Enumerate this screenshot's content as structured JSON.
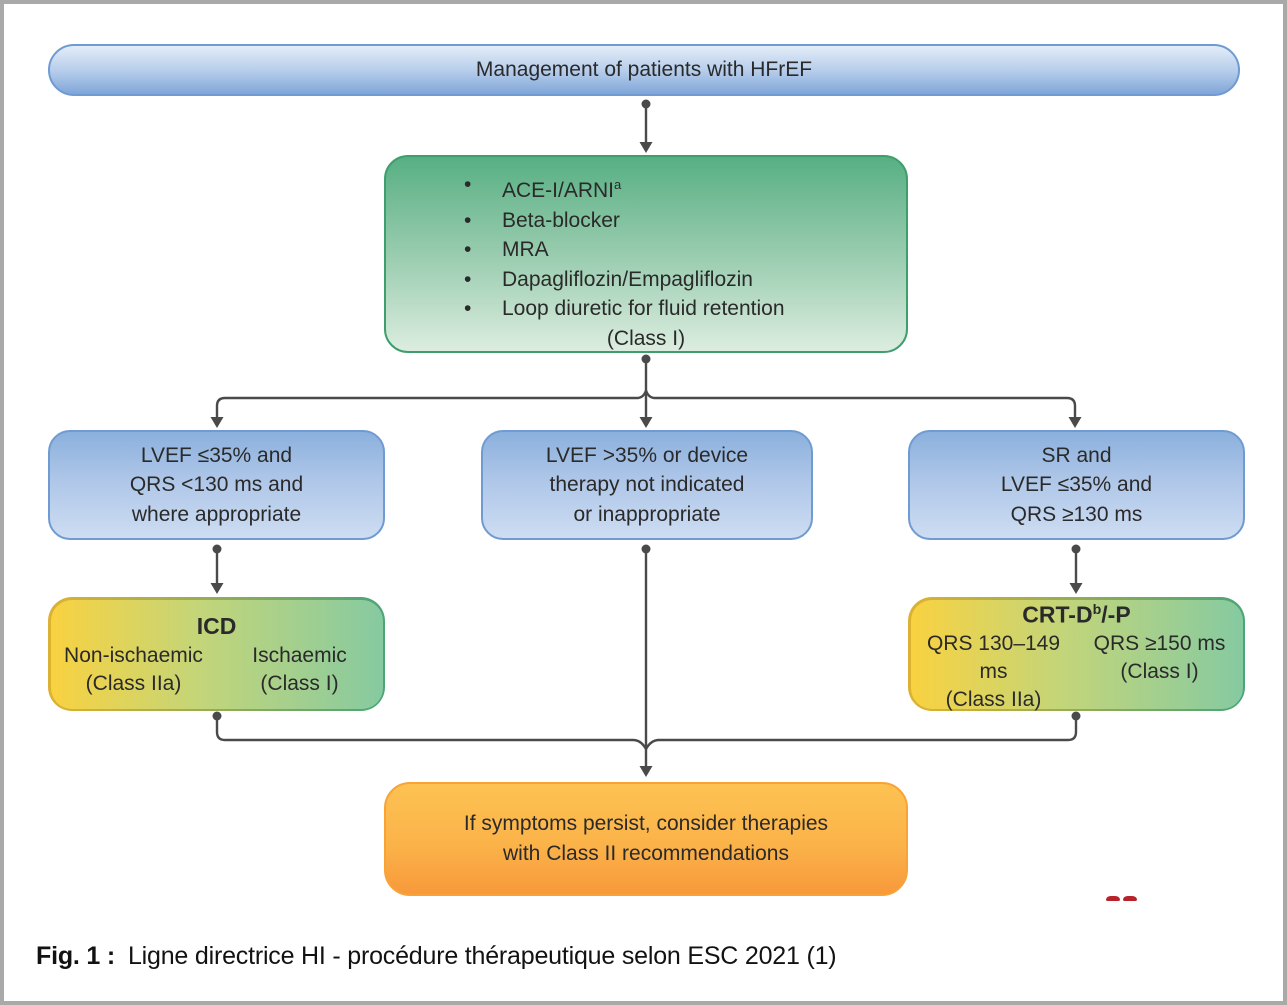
{
  "colors": {
    "frame_border": "#a9a9a9",
    "connector": "#4a4a4a",
    "pill_top": "#e3edf8",
    "pill_bottom": "#7fa6d8",
    "blue_border": "#6f9bd2",
    "blue_top": "#8bb0dd",
    "blue_bottom": "#cdddf2",
    "green_border": "#3f9e6d",
    "green_top": "#58af83",
    "green_bottom": "#dceddf",
    "device_yellow": "#f9d240",
    "device_green": "#86caa1",
    "orange_border": "#f9a337",
    "orange_top": "#fdc252",
    "orange_bottom": "#f8993b",
    "red_fragment": "#b8222a",
    "text": "#2a2a2a"
  },
  "flow": {
    "root": {
      "label": "Management of patients with HFrEF"
    },
    "therapy": {
      "bullet_glyph": "•",
      "bullets": [
        {
          "text": "ACE-I/ARNI",
          "sup": "a"
        },
        {
          "text": "Beta-blocker",
          "sup": ""
        },
        {
          "text": "MRA",
          "sup": ""
        },
        {
          "text": "Dapagliflozin/Empagliflozin",
          "sup": ""
        },
        {
          "text": "Loop diuretic for fluid retention",
          "sup": ""
        }
      ],
      "footer": "(Class I)"
    },
    "branch_left": {
      "lines": [
        "LVEF ≤35% and",
        "QRS <130 ms and",
        "where appropriate"
      ]
    },
    "branch_middle": {
      "lines": [
        "LVEF >35% or device",
        "therapy not indicated",
        "or inappropriate"
      ]
    },
    "branch_right": {
      "lines": [
        "SR and",
        "LVEF ≤35% and",
        "QRS ≥130 ms"
      ]
    },
    "icd": {
      "title": "ICD",
      "left": {
        "line1": "Non-ischaemic",
        "line2": "(Class IIa)"
      },
      "right": {
        "line1": "Ischaemic",
        "line2": "(Class I)"
      }
    },
    "crt": {
      "title_main": "CRT-D",
      "title_sup": "b",
      "title_rest": "/-P",
      "left": {
        "line1": "QRS 130–149 ms",
        "line2": "(Class IIa)"
      },
      "right": {
        "line1": "QRS ≥150 ms",
        "line2": "(Class I)"
      }
    },
    "outcome": {
      "lines": [
        "If symptoms persist, consider therapies",
        "with Class II recommendations"
      ]
    }
  },
  "caption": {
    "prefix": "Fig. 1 :",
    "text": "Ligne directrice HI - procédure thérapeutique selon ESC 2021 (1)"
  }
}
